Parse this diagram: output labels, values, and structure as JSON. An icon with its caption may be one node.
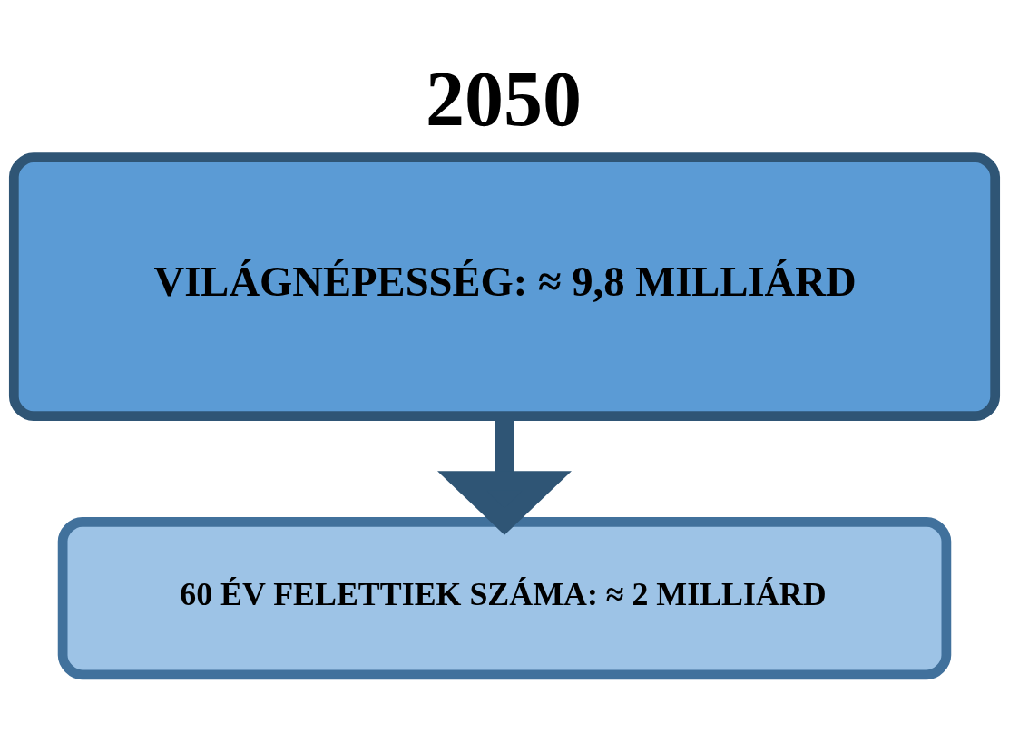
{
  "diagram": {
    "title": "2050",
    "nodes": [
      {
        "text": [
          "VILÁGNÉPESSÉG: ≈ 9,8 MILLIÁRD"
        ]
      },
      {
        "text": [
          "60 ÉV FELETTIEK SZÁMA: ≈ 2 MILLIÁRD"
        ]
      }
    ],
    "edges": [
      {
        "from": 0,
        "to": 1,
        "arrow": "to"
      }
    ]
  }
}
